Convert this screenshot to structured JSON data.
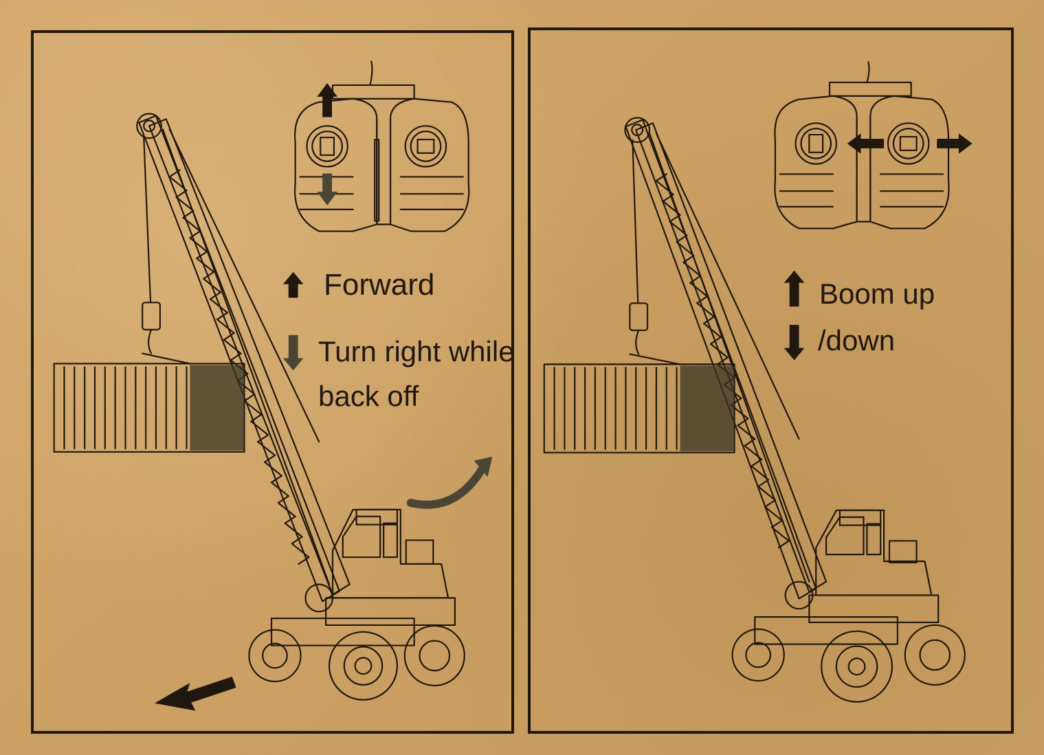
{
  "left_panel": {
    "forward_label": "Forward",
    "turn_label_line1": "Turn right while",
    "turn_label_line2": "back off",
    "controller_arrows": "up-down on left stick",
    "icons": [
      "remote-controller-icon",
      "crane-truck-illustration",
      "curved-turn-arrow-icon",
      "reverse-arrow-icon"
    ]
  },
  "right_panel": {
    "boom_label_line1": "Boom up",
    "boom_label_line2": "/down",
    "controller_arrows": "left-right on right stick",
    "icons": [
      "remote-controller-icon",
      "crane-truck-illustration"
    ]
  },
  "colors": {
    "paper": "#cfa468",
    "ink": "#1e1810",
    "muted_arrow": "#4a4636"
  }
}
